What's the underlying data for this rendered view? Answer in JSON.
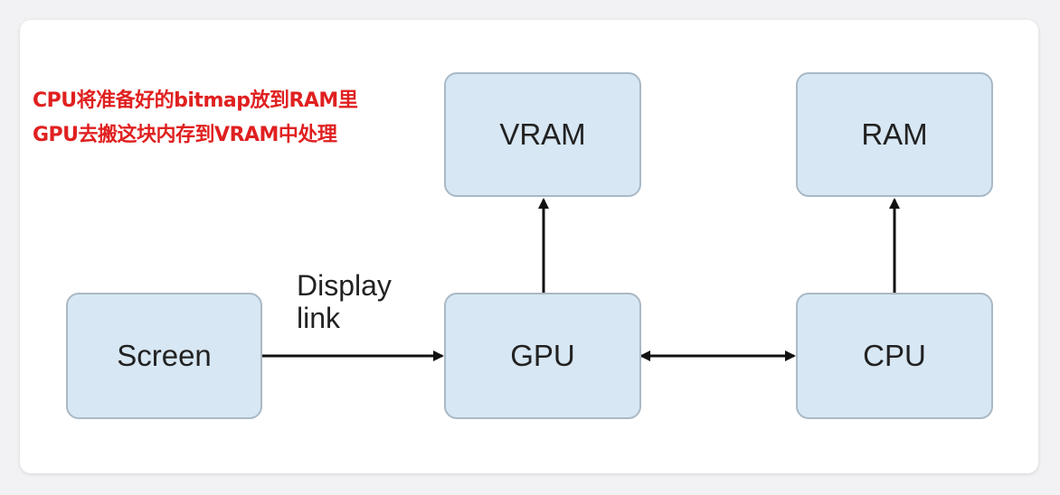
{
  "annotation": {
    "line1": "CPU将准备好的bitmap放到RAM里",
    "line2": "GPU去搬这块内存到VRAM中处理"
  },
  "nodes": {
    "vram": "VRAM",
    "ram": "RAM",
    "screen": "Screen",
    "gpu": "GPU",
    "cpu": "CPU"
  },
  "edges": {
    "display_link_line1": "Display",
    "display_link_line2": "link"
  },
  "colors": {
    "box_fill": "#d7e7f3",
    "box_border": "#a9b9c6",
    "annotation": "#e02020",
    "arrow": "#111111"
  }
}
